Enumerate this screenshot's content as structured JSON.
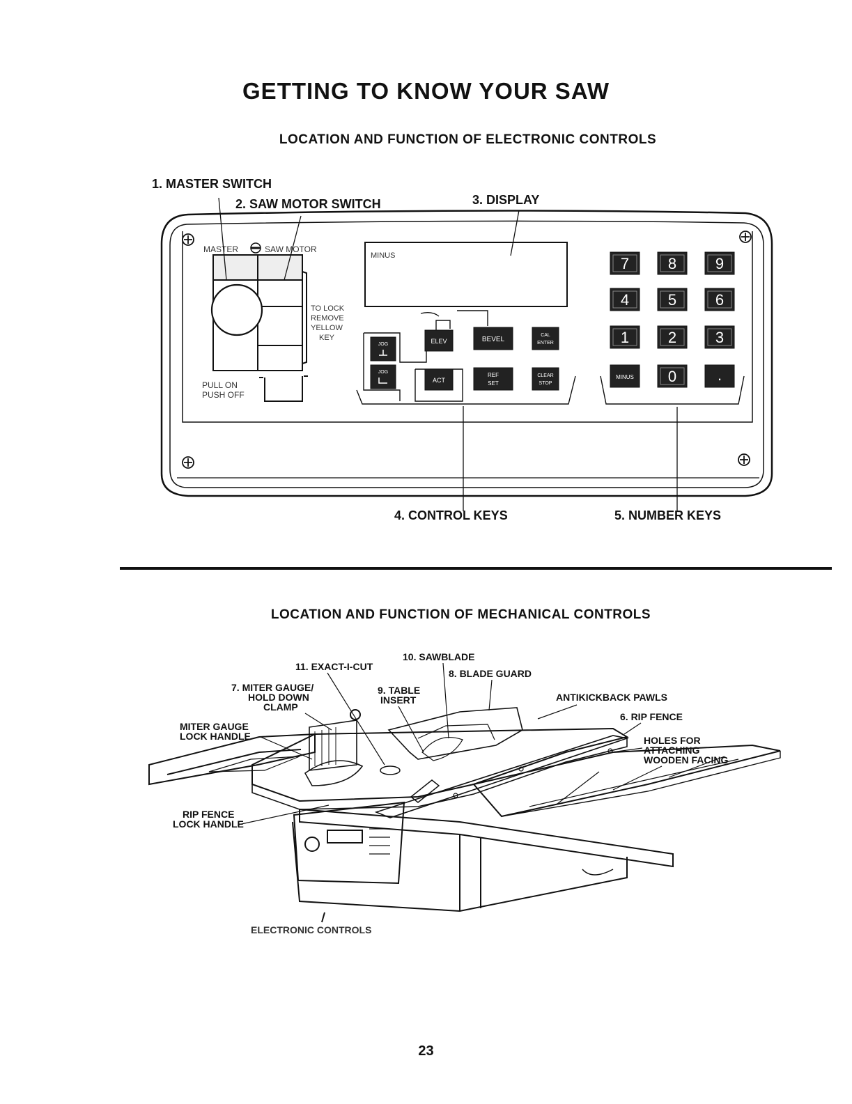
{
  "page": {
    "title": "GETTING TO KNOW YOUR SAW",
    "electronic_heading": "LOCATION AND FUNCTION OF ELECTRONIC CONTROLS",
    "mechanical_heading": "LOCATION AND FUNCTION OF MECHANICAL CONTROLS",
    "page_number": "23"
  },
  "electronic": {
    "callouts": {
      "master_switch": "1. MASTER SWITCH",
      "saw_motor_switch": "2. SAW MOTOR SWITCH",
      "display": "3. DISPLAY",
      "control_keys": "4. CONTROL KEYS",
      "number_keys": "5. NUMBER KEYS"
    },
    "panel": {
      "master_label": "MASTER",
      "saw_motor_label": "SAW MOTOR",
      "lock_note": [
        "TO LOCK",
        "REMOVE",
        "YELLOW",
        "KEY"
      ],
      "pull_on": "PULL ON",
      "push_off": "PUSH OFF",
      "display_text": "MINUS"
    },
    "control_keys": {
      "jog_up": "JOG",
      "jog_down": "JOG",
      "elev": "ELEV",
      "act": "ACT",
      "bevel": "BEVEL",
      "ref_set": [
        "REF",
        "SET"
      ],
      "cal_enter": [
        "CAL",
        "ENTER"
      ],
      "clear_stop": [
        "CLEAR",
        "STOP"
      ]
    },
    "number_keys": [
      "7",
      "8",
      "9",
      "4",
      "5",
      "6",
      "1",
      "2",
      "3",
      "MINUS",
      "0",
      "."
    ]
  },
  "mechanical": {
    "labels": {
      "sawblade": "10. SAWBLADE",
      "exact_i_cut": "11. EXACT-I-CUT",
      "blade_guard": "8. BLADE GUARD",
      "miter_gauge": [
        "7. MITER GAUGE/",
        "HOLD DOWN",
        "CLAMP"
      ],
      "table_insert": [
        "9. TABLE",
        "INSERT"
      ],
      "antikickback": "ANTIKICKBACK PAWLS",
      "rip_fence": "6. RIP FENCE",
      "holes": [
        "HOLES FOR",
        "ATTACHING",
        "WOODEN FACING"
      ],
      "miter_lock": [
        "MITER GAUGE",
        "LOCK HANDLE"
      ],
      "rip_lock": [
        "RIP FENCE",
        "LOCK HANDLE"
      ],
      "electronic_controls": "ELECTRONIC CONTROLS"
    }
  }
}
